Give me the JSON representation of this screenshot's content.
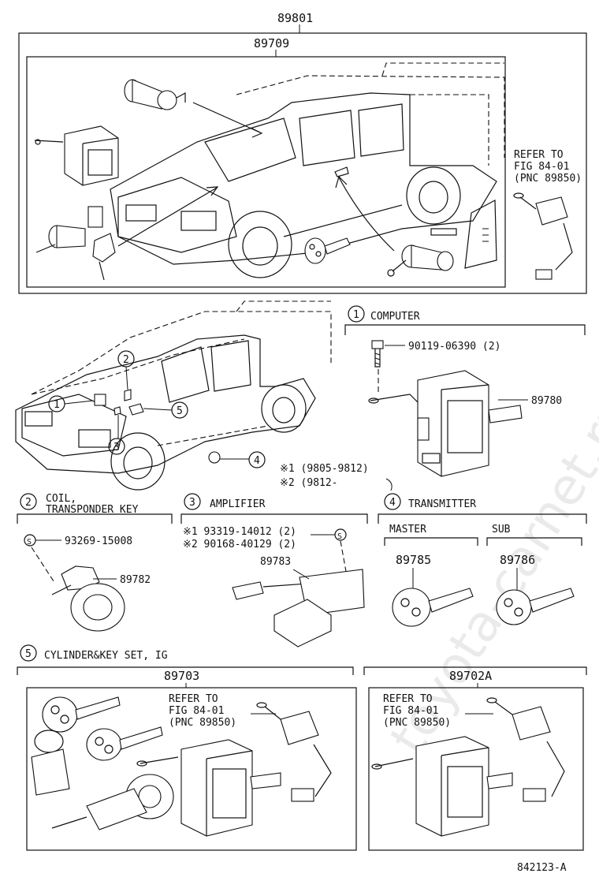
{
  "watermark": "toyota-carnet.ru",
  "diagram_code": "842123-A",
  "top": {
    "assembly_no": "89801",
    "sub_assembly_no": "89709",
    "refer_line1": "REFER TO",
    "refer_line2": "FIG 84-01",
    "refer_line3": "(PNC 89850)"
  },
  "callouts": [
    "1",
    "2",
    "3",
    "4",
    "5"
  ],
  "notes": {
    "n1": "※1 (9805-9812)",
    "n2": "※2 (9812-"
  },
  "sections": {
    "computer": {
      "num": "1",
      "title": "COMPUTER",
      "bolt": "90119-06390 (2)",
      "part": "89780"
    },
    "coil": {
      "num": "2",
      "title1": "COIL,",
      "title2": "TRANSPONDER KEY",
      "screw_symbol": "S",
      "screw": "93269-15008",
      "part": "89782"
    },
    "amplifier": {
      "num": "3",
      "title": "AMPLIFIER",
      "screw1": "※1 93319-14012 (2)",
      "screw2": "※2 90168-40129 (2)",
      "screw_symbol": "S",
      "part": "89783"
    },
    "transmitter": {
      "num": "4",
      "title": "TRANSMITTER",
      "master_label": "MASTER",
      "sub_label": "SUB",
      "master_part": "89785",
      "sub_part": "89786"
    },
    "cylinder": {
      "num": "5",
      "title": "CYLINDER&KEY SET, IG",
      "left_part": "89703",
      "right_part": "89702A",
      "refer_line1": "REFER TO",
      "refer_line2": "FIG 84-01",
      "refer_line3": "(PNC 89850)"
    }
  }
}
